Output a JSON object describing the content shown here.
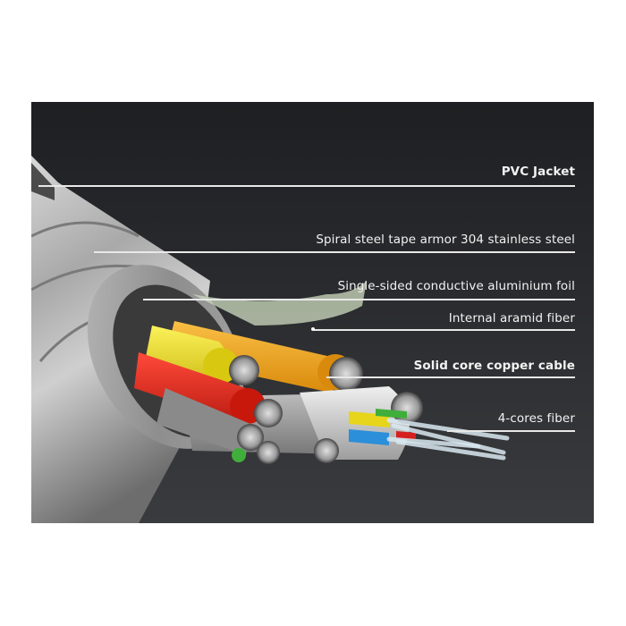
{
  "diagram": {
    "subject": "Armored fiber/copper composite cable cross-section",
    "colors": {
      "background_top": "#1e1f22",
      "background_bottom": "#3a3b3e",
      "label_text": "#f2f2f2",
      "leader_line": "#e8e8e8"
    },
    "labels": [
      {
        "id": "pvc-jacket",
        "text": "PVC Jacket",
        "bold": true
      },
      {
        "id": "steel-tape",
        "text": "Spiral steel tape armor 304 stainless steel",
        "bold": false
      },
      {
        "id": "aluminium-foil",
        "text": "Single-sided conductive aluminium foil",
        "bold": false
      },
      {
        "id": "aramid-fiber",
        "text": "Internal aramid fiber",
        "bold": false
      },
      {
        "id": "copper-cable",
        "text": "Solid core copper cable",
        "bold": true
      },
      {
        "id": "fiber-cores",
        "text": "4-cores fiber",
        "bold": false
      }
    ],
    "components": {
      "conductor_colors": [
        "#f4e21a",
        "#f5a21c",
        "#e8261c",
        "#9a9a9a",
        "#7d7d7d"
      ],
      "fiber_tube_colors": [
        "#e9d91a",
        "#2b8fd9",
        "#3fae3a",
        "#d62020"
      ]
    }
  }
}
